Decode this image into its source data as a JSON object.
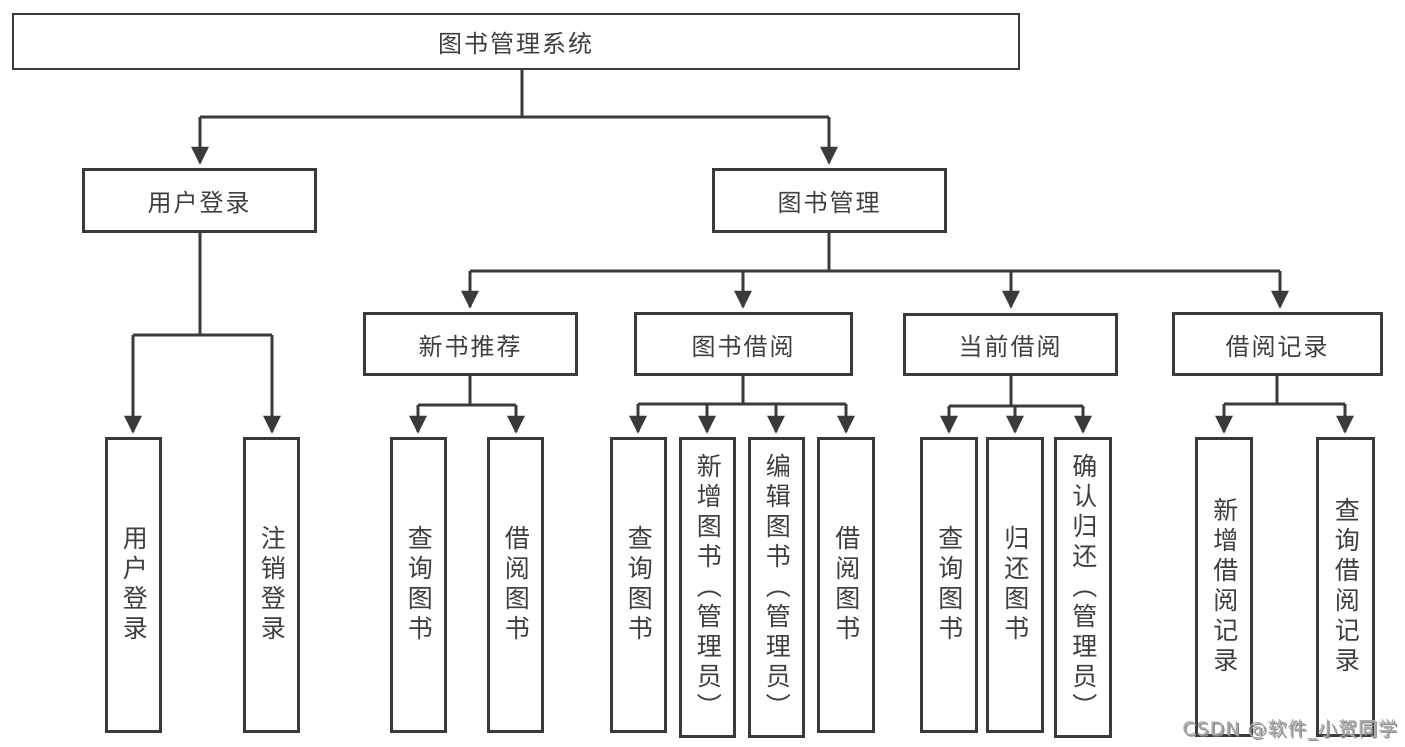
{
  "colors": {
    "line": "#3a3a3a",
    "node_border": "#3a3a3a",
    "node_text": "#3f3f3f",
    "background": "#ffffff",
    "watermark_text": "#ababab"
  },
  "tree": {
    "root": {
      "label": "图书管理系统"
    },
    "level1": [
      {
        "label": "用户登录"
      },
      {
        "label": "图书管理"
      }
    ],
    "level2": [
      {
        "label": "新书推荐"
      },
      {
        "label": "图书借阅"
      },
      {
        "label": "当前借阅"
      },
      {
        "label": "借阅记录"
      }
    ],
    "leaves": [
      {
        "label": "用户登录"
      },
      {
        "label": "注销登录"
      },
      {
        "label": "查询图书"
      },
      {
        "label": "借阅图书"
      },
      {
        "label": "查询图书"
      },
      {
        "label": "新增图书（管理员）"
      },
      {
        "label": "编辑图书（管理员）"
      },
      {
        "label": "借阅图书"
      },
      {
        "label": "查询图书"
      },
      {
        "label": "归还图书"
      },
      {
        "label": "确认归还（管理员）"
      },
      {
        "label": "新增借阅记录"
      },
      {
        "label": "查询借阅记录"
      }
    ]
  },
  "watermark": {
    "text": "CSDN @软件_小贺同学"
  }
}
